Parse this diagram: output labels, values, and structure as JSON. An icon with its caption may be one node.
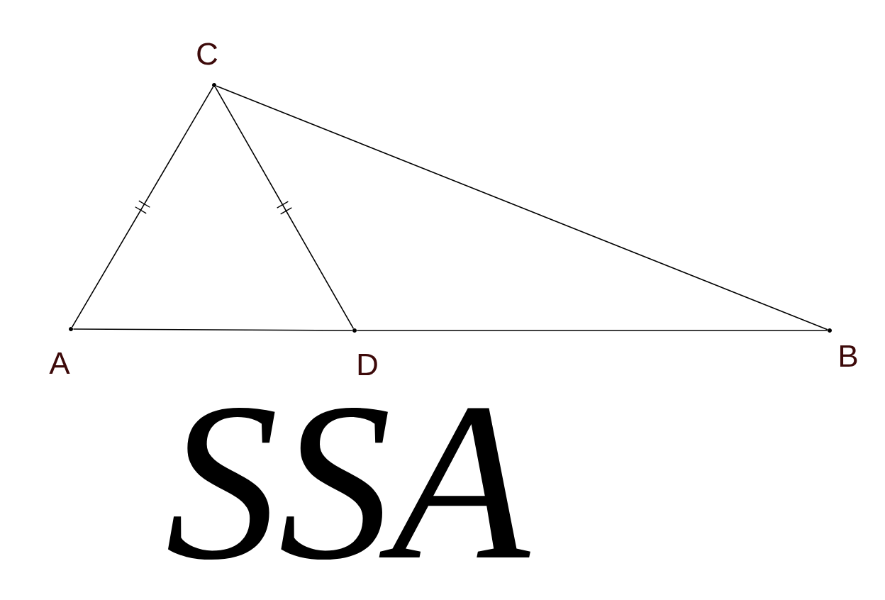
{
  "diagram": {
    "nodes": [
      {
        "text": [],
        "shape": "circle",
        "beside": [
          "C"
        ]
      },
      {
        "text": [],
        "shape": "circle",
        "beside": [
          "A"
        ]
      },
      {
        "text": [],
        "shape": "circle",
        "beside": [
          "D"
        ]
      },
      {
        "text": [],
        "shape": "circle",
        "beside": [
          "B"
        ]
      }
    ],
    "edges": [
      {
        "from": 1,
        "to": 0,
        "arrow": "none"
      },
      {
        "from": 0,
        "to": 2,
        "arrow": "none"
      },
      {
        "from": 0,
        "to": 3,
        "arrow": "none"
      },
      {
        "from": 1,
        "to": 2,
        "arrow": "none"
      },
      {
        "from": 2,
        "to": 3,
        "arrow": "none"
      }
    ],
    "labels": [
      "SSA"
    ]
  }
}
